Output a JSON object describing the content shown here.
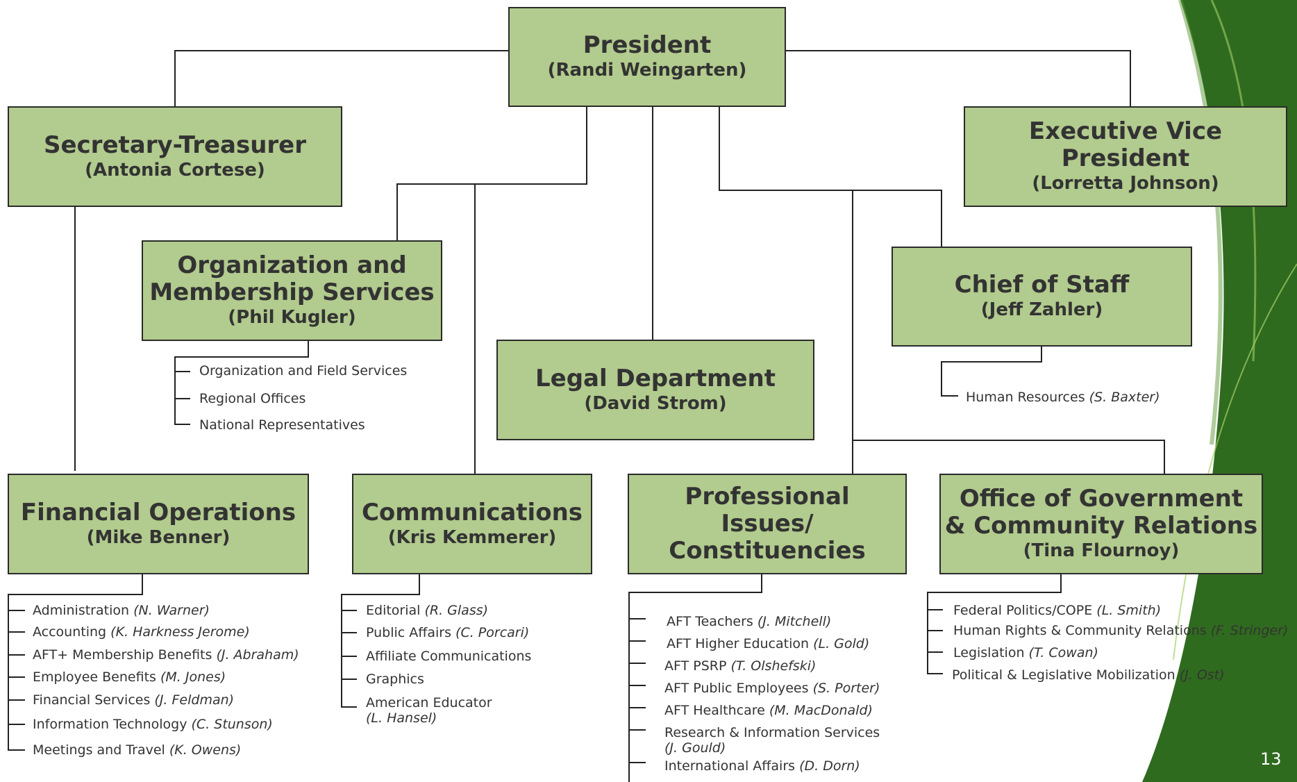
{
  "colors": {
    "box_fill": "#b2cb8e",
    "box_border": "#2a2a2a",
    "text": "#333333",
    "line": "#222222",
    "accent_green": "#2f6b1e"
  },
  "president": {
    "title": "President",
    "person": "(Randi Weingarten)"
  },
  "secretary_treasurer": {
    "title": "Secretary-Treasurer",
    "person": "(Antonia Cortese)"
  },
  "executive_vp": {
    "title": "Executive Vice\nPresident",
    "person": "(Lorretta Johnson)"
  },
  "org_membership": {
    "title": "Organization and\nMembership Services",
    "person": "(Phil Kugler)",
    "items": [
      {
        "label": "Organization and Field Services",
        "name": ""
      },
      {
        "label": "Regional Offices",
        "name": ""
      },
      {
        "label": "National Representatives",
        "name": ""
      }
    ]
  },
  "chief_of_staff": {
    "title": "Chief of Staff",
    "person": "(Jeff Zahler)",
    "items": [
      {
        "label": "Human Resources",
        "name": "(S. Baxter)"
      }
    ]
  },
  "legal": {
    "title": "Legal Department",
    "person": "(David Strom)"
  },
  "financial": {
    "title": "Financial Operations",
    "person": "(Mike Benner)",
    "items": [
      {
        "label": "Administration",
        "name": "(N. Warner)"
      },
      {
        "label": "Accounting",
        "name": "(K. Harkness Jerome)"
      },
      {
        "label": "AFT+ Membership Benefits",
        "name": "(J. Abraham)"
      },
      {
        "label": "Employee Benefits",
        "name": "(M. Jones)"
      },
      {
        "label": "Financial Services",
        "name": "(J. Feldman)"
      },
      {
        "label": "Information Technology",
        "name": "(C. Stunson)"
      },
      {
        "label": "Meetings and Travel",
        "name": "(K. Owens)"
      }
    ]
  },
  "communications": {
    "title": "Communications",
    "person": "(Kris Kemmerer)",
    "items": [
      {
        "label": "Editorial",
        "name": "(R. Glass)"
      },
      {
        "label": "Public Affairs",
        "name": "(C. Porcari)"
      },
      {
        "label": "Affiliate Communications",
        "name": ""
      },
      {
        "label": "Graphics",
        "name": ""
      },
      {
        "label": "American Educator",
        "name": "(L. Hansel)"
      }
    ]
  },
  "professional": {
    "title": "Professional\nIssues/\nConstituencies",
    "person": "",
    "items": [
      {
        "label": "AFT Teachers",
        "name": "(J. Mitchell)"
      },
      {
        "label": "AFT Higher Education",
        "name": "(L. Gold)"
      },
      {
        "label": "AFT PSRP",
        "name": "(T. Olshefski)"
      },
      {
        "label": "AFT Public Employees",
        "name": "(S. Porter)"
      },
      {
        "label": "AFT Healthcare",
        "name": "(M. MacDonald)"
      },
      {
        "label": "Research & Information Services",
        "name": "(J. Gould)"
      },
      {
        "label": "International Affairs",
        "name": "(D. Dorn)"
      }
    ]
  },
  "government": {
    "title": "Office of Government\n& Community Relations",
    "person": "(Tina Flournoy)",
    "items": [
      {
        "label": "Federal Politics/COPE",
        "name": "(L. Smith)"
      },
      {
        "label": "Human Rights & Community Relations",
        "name": "(F. Stringer)"
      },
      {
        "label": "Legislation",
        "name": "(T. Cowan)"
      },
      {
        "label": "Political & Legislative Mobilization",
        "name": "(J. Ost)"
      }
    ]
  },
  "slide_number": "13"
}
